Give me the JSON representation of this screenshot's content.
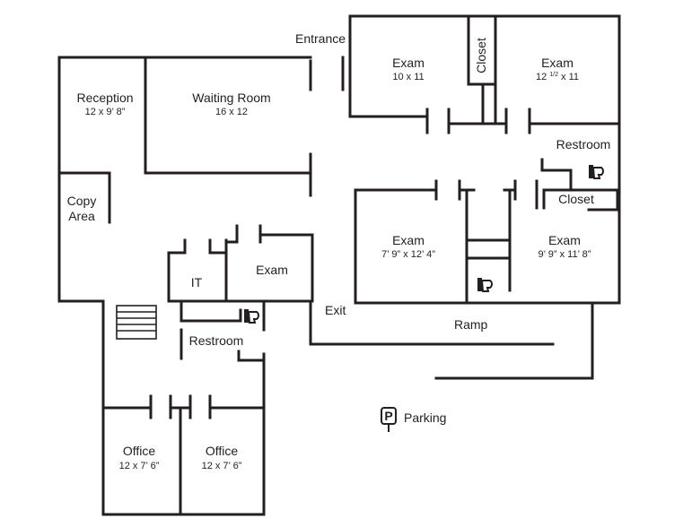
{
  "labels": {
    "entrance": "Entrance",
    "exit": "Exit",
    "ramp": "Ramp",
    "parking": "Parking",
    "parking_sign": "P",
    "closet_top": "Closet",
    "closet_right": "Closet",
    "restroom_right": "Restroom",
    "restroom_left": "Restroom",
    "it": "IT",
    "copy_line1": "Copy",
    "copy_line2": "Area"
  },
  "rooms": {
    "reception": {
      "name": "Reception",
      "size": "12 x 9’ 8”"
    },
    "waiting": {
      "name": "Waiting Room",
      "size": "16 x 12"
    },
    "exam_top_left": {
      "name": "Exam",
      "size": "10 x 11"
    },
    "exam_top_right": {
      "name": "Exam",
      "size_a": "12 ",
      "size_sup": "1/2",
      "size_b": " x 11"
    },
    "exam_mid_left": {
      "name": "Exam",
      "size": "7’ 9” x 12’ 4”"
    },
    "exam_mid_right": {
      "name": "Exam",
      "size": "9’ 9” x 11’ 8”"
    },
    "exam_small": {
      "name": "Exam"
    },
    "office_left": {
      "name": "Office",
      "size": "12 x 7’ 6”"
    },
    "office_right": {
      "name": "Office",
      "size": "12 x 7’ 6”"
    }
  },
  "colors": {
    "wall": "#231f20",
    "background": "#ffffff"
  },
  "icons": [
    "toilet-icon",
    "toilet-icon",
    "toilet-icon",
    "stairs-icon",
    "parking-sign-icon"
  ]
}
